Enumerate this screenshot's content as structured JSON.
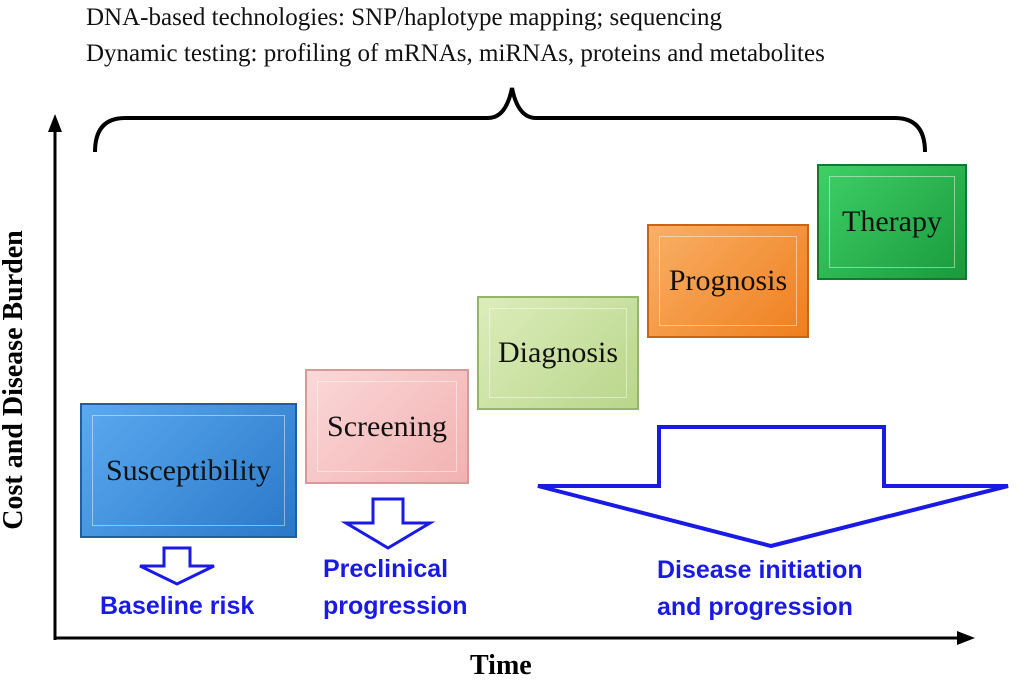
{
  "technologies": {
    "line1": "DNA-based technologies: SNP/haplotype mapping; sequencing",
    "line2": "Dynamic testing: profiling of mRNAs, miRNAs, proteins and metabolites"
  },
  "axes": {
    "y_label": "Cost and Disease Burden",
    "x_label": "Time"
  },
  "stages": [
    {
      "label": "Susceptibility",
      "color": "#3a8fdc"
    },
    {
      "label": "Screening",
      "color": "#f7c3c3"
    },
    {
      "label": "Diagnosis",
      "color": "#c8e0a0"
    },
    {
      "label": "Prognosis",
      "color": "#f6953a"
    },
    {
      "label": "Therapy",
      "color": "#2ab84f"
    }
  ],
  "notes": {
    "baseline": "Baseline risk",
    "preclinical_1": "Preclinical",
    "preclinical_2": "progression",
    "disease_1": "Disease initiation",
    "disease_2": "and progression"
  },
  "colors": {
    "arrow": "#1a1ae6",
    "axis": "#000000"
  }
}
